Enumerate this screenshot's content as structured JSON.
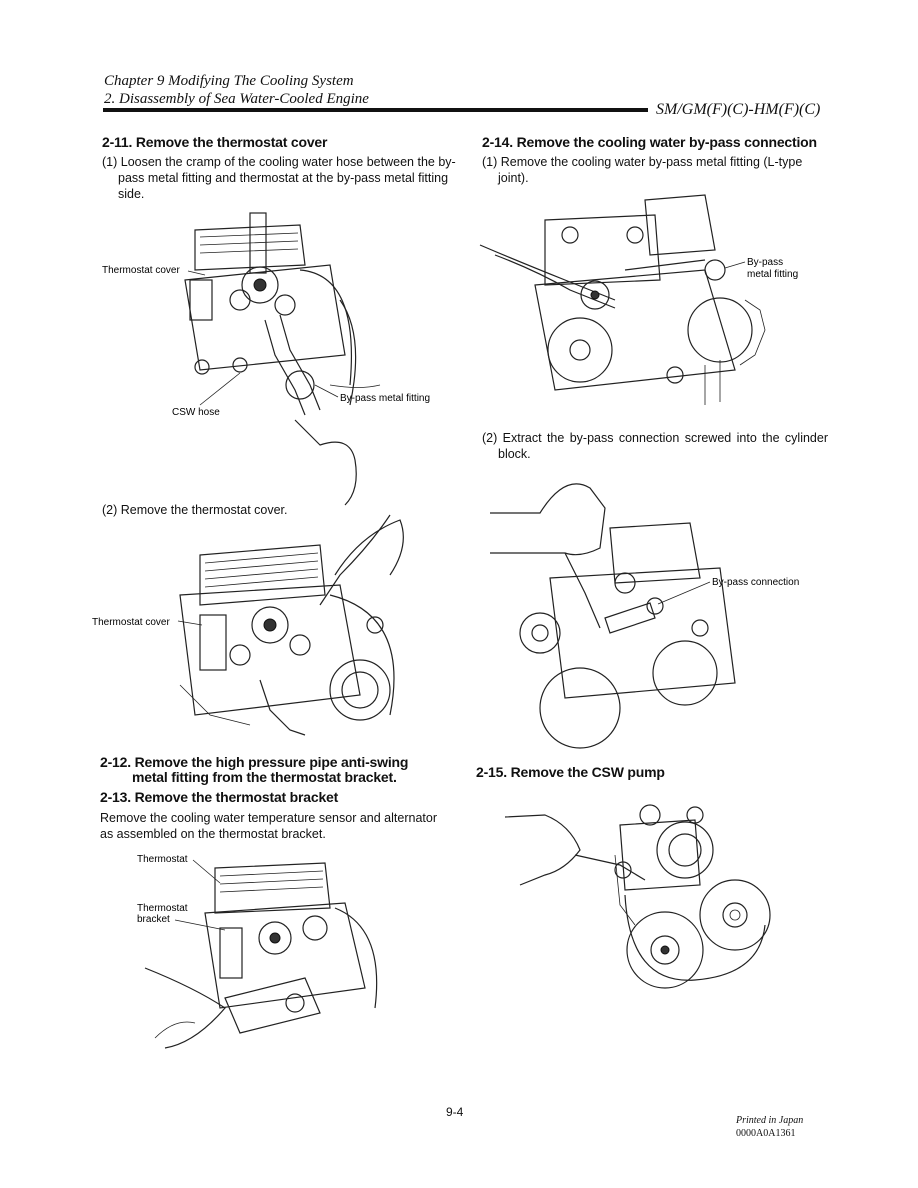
{
  "header": {
    "chapter": "Chapter 9 Modifying The Cooling System",
    "section": "2. Disassembly of Sea Water-Cooled Engine",
    "model": "SM/GM(F)(C)-HM(F)(C)"
  },
  "left": {
    "s2_11": {
      "title": "2-11. Remove the thermostat cover",
      "step1": "(1) Loosen the cramp of the cooling water hose between the by-pass metal fitting and thermostat at the by-pass metal fitting side.",
      "fig1_labels": {
        "thermostat_cover": "Thermostat cover",
        "bypass": "By-pass metal fitting",
        "csw_hose": "CSW hose"
      },
      "step2": "(2) Remove the thermostat cover.",
      "fig2_labels": {
        "thermostat_cover": "Thermostat cover"
      }
    },
    "s2_12": {
      "title_l1": "2-12. Remove the high pressure pipe anti-swing",
      "title_l2": "metal fitting from the thermostat bracket."
    },
    "s2_13": {
      "title": "2-13. Remove the thermostat bracket",
      "body": "Remove the cooling water temperature sensor and alternator as assembled on the thermostat bracket.",
      "fig_labels": {
        "thermostat": "Thermostat",
        "bracket_l1": "Thermostat",
        "bracket_l2": "bracket"
      }
    }
  },
  "right": {
    "s2_14": {
      "title": "2-14. Remove the cooling water by-pass connection",
      "step1": "(1) Remove the cooling water by-pass metal fitting (L-type joint).",
      "fig1_labels": {
        "bypass_l1": "By-pass",
        "bypass_l2": "metal fitting"
      },
      "step2": "(2) Extract the by-pass connection screwed into the cylinder block.",
      "fig2_labels": {
        "bypass_connection": "By-pass connection"
      }
    },
    "s2_15": {
      "title": "2-15. Remove the CSW pump"
    }
  },
  "footer": {
    "page": "9-4",
    "printed": "Printed in Japan",
    "code": "0000A0A1361"
  }
}
